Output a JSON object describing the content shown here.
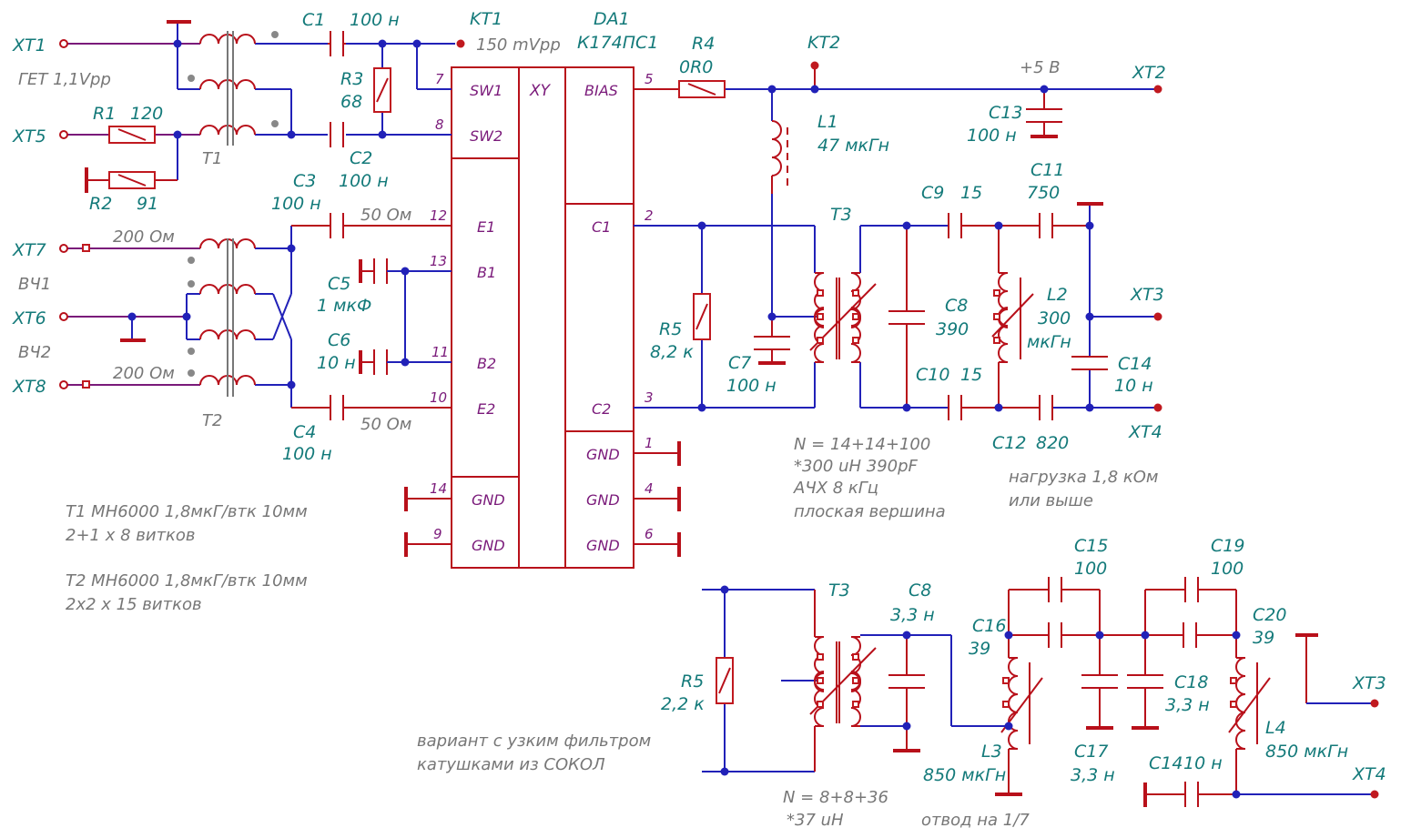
{
  "connectors": {
    "xt1": "XT1",
    "xt5": "XT5",
    "xt7": "XT7",
    "xt6": "XT6",
    "xt8": "XT8",
    "xt2": "XT2",
    "xt3": "XT3",
    "xt4": "XT4",
    "xt3b": "XT3",
    "xt4b": "XT4"
  },
  "testpoints": {
    "kt1": "KT1",
    "kt1_val": "150 mVpp",
    "kt2": "KT2"
  },
  "notes": {
    "get": "ГЕТ 1,1Vpp",
    "hf1": "ВЧ1",
    "hf2": "ВЧ2",
    "plus5": "+5 В"
  },
  "ic": {
    "ref": "DA1",
    "part": "К174ПС1",
    "xy": "XY",
    "sw1": "SW1",
    "sw2": "SW2",
    "e1": "E1",
    "b1": "B1",
    "b2": "B2",
    "e2": "E2",
    "bias": "BIAS",
    "c1": "C1",
    "c2": "C2",
    "gnd": "GND",
    "p7": "7",
    "p8": "8",
    "p12": "12",
    "p13": "13",
    "p11": "11",
    "p10": "10",
    "p14": "14",
    "p9": "9",
    "p5": "5",
    "p2": "2",
    "p3": "3",
    "p1": "1",
    "p4": "4",
    "p6": "6"
  },
  "parts": {
    "c1": "C1",
    "c1v": "100 н",
    "c2": "C2",
    "c2v": "100 н",
    "r3": "R3",
    "r3v": "68",
    "r1": "R1",
    "r1v": "120",
    "r2": "R2",
    "r2v": "91",
    "t1": "T1",
    "c3": "C3",
    "c3v": "100 н",
    "om50a": "50 Ом",
    "c4": "C4",
    "c4v": "100 н",
    "om50b": "50 Ом",
    "c5": "C5",
    "c5v": "1 мкФ",
    "c6": "C6",
    "c6v": "10 н",
    "om200a": "200 Ом",
    "om200b": "200 Ом",
    "t2": "T2",
    "r4": "R4",
    "r4v": "0R0",
    "l1": "L1",
    "l1v": "47 мкГн",
    "c13": "C13",
    "c13v": "100 н",
    "t3": "T3",
    "c9": "C9",
    "c9v": "15",
    "c11": "C11",
    "c11v": "750",
    "c8": "C8",
    "c8v": "390",
    "l2": "L2",
    "l2v": "300",
    "l2u": "мкГн",
    "r5": "R5",
    "r5v": "8,2 к",
    "c7": "C7",
    "c7v": "100 н",
    "c10": "C10",
    "c10v": "15",
    "c12": "C12",
    "c12v": "820",
    "c14": "C14",
    "c14v": "10 н"
  },
  "notes2": {
    "n1": "N = 14+14+100",
    "n2": "*300 uН  390pF",
    "n3": "АЧХ 8 кГц",
    "n4": "плоская вершина",
    "load1": "нагрузка 1,8 кОм",
    "load2": "или выше",
    "t1a": "T1 МН6000 1,8мкГ/втк 10мм",
    "t1b": "2+1 х 8 витков",
    "t2a": "T2 МН6000 1,8мкГ/втк 10мм",
    "t2b": "2х2 х 15 витков"
  },
  "variant": {
    "r5": "R5",
    "r5v": "2,2 к",
    "t3": "T3",
    "c8": "C8",
    "c8v": "3,3 н",
    "c16": "C16",
    "c16v": "39",
    "c15": "C15",
    "c15v": "100",
    "c19": "C19",
    "c19v": "100",
    "c20": "C20",
    "c20v": "39",
    "c18": "C18",
    "c18v": "3,3 н",
    "c17": "C17",
    "c17v": "3,3 н",
    "l3": "L3",
    "l3v": "850 мкГн",
    "l4": "L4",
    "l4v": "850 мкГн",
    "c14": "C14",
    "c14v": "10 н",
    "n1": "N = 8+8+36",
    "n2": "*37 uН",
    "tap": "отвод на 1/7",
    "desc1": "вариант с узким  фильтром",
    "desc2": "катушками из СОКОЛ"
  }
}
